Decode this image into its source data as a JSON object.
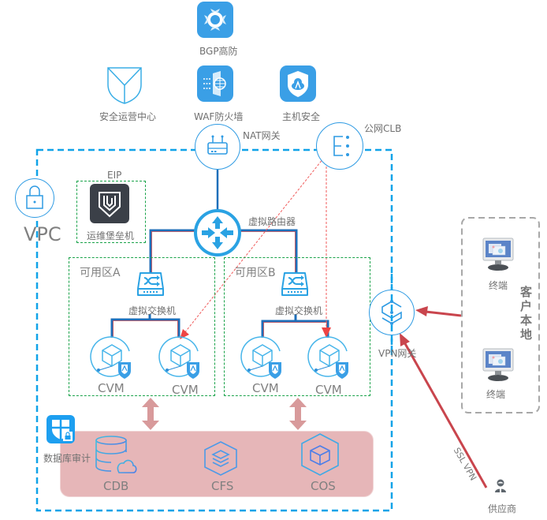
{
  "top_services": {
    "bgp": "BGP高防",
    "waf": "WAF防火墙",
    "host_security": "主机安全",
    "soc": "安全运营中心"
  },
  "gateways": {
    "nat": "NAT网关",
    "clb": "公网CLB",
    "vpn": "VPN网关"
  },
  "vpc": {
    "label": "VPC",
    "eip_label": "EIP",
    "bastion": "运维堡垒机",
    "router": "虚拟路由器",
    "zones": [
      {
        "label": "可用区A",
        "switch": "虚拟交换机",
        "cvms": [
          "CVM",
          "CVM"
        ]
      },
      {
        "label": "可用区B",
        "switch": "虚拟交换机",
        "cvms": [
          "CVM",
          "CVM"
        ]
      }
    ],
    "db_audit": "数据库审计",
    "storage": [
      "CDB",
      "CFS",
      "COS"
    ]
  },
  "customer_local": {
    "title": "客户本地",
    "terminals": [
      "终端",
      "终端"
    ]
  },
  "supplier": {
    "label": "供应商",
    "link_label": "SSL VPN"
  },
  "colors": {
    "icon_blue": "#3a9fe6",
    "vpc_border": "#10a3e8",
    "zone_border": "#1aa34a",
    "red_link": "#c9454d",
    "storage_bg": "#e6b6b8"
  }
}
